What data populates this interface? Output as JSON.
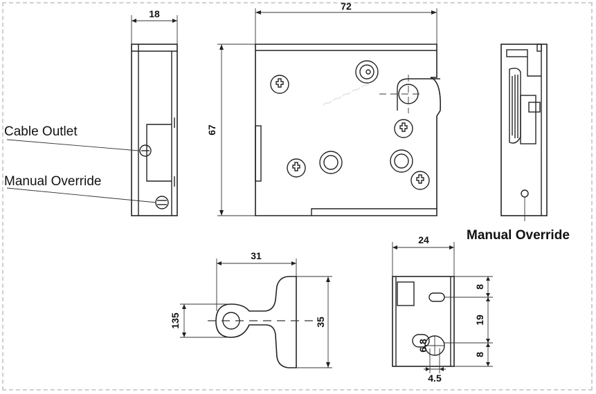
{
  "labels": {
    "cable_outlet": "Cable Outlet",
    "manual_override_left": "Manual Override",
    "manual_override_right": "Manual Override"
  },
  "dimensions": {
    "side_width": "18",
    "front_width": "72",
    "front_height": "67",
    "latch_width": "31",
    "latch_pivot_height": "135",
    "latch_height": "35",
    "bottom_width": "24",
    "slot_top": "8",
    "slot_spacing": "19",
    "slot_bottom": "8",
    "hole_dia": "6.8",
    "hole_offset": "4.5"
  },
  "colors": {
    "line": "#222222",
    "background": "#ffffff",
    "border": "#cfcfcf"
  }
}
